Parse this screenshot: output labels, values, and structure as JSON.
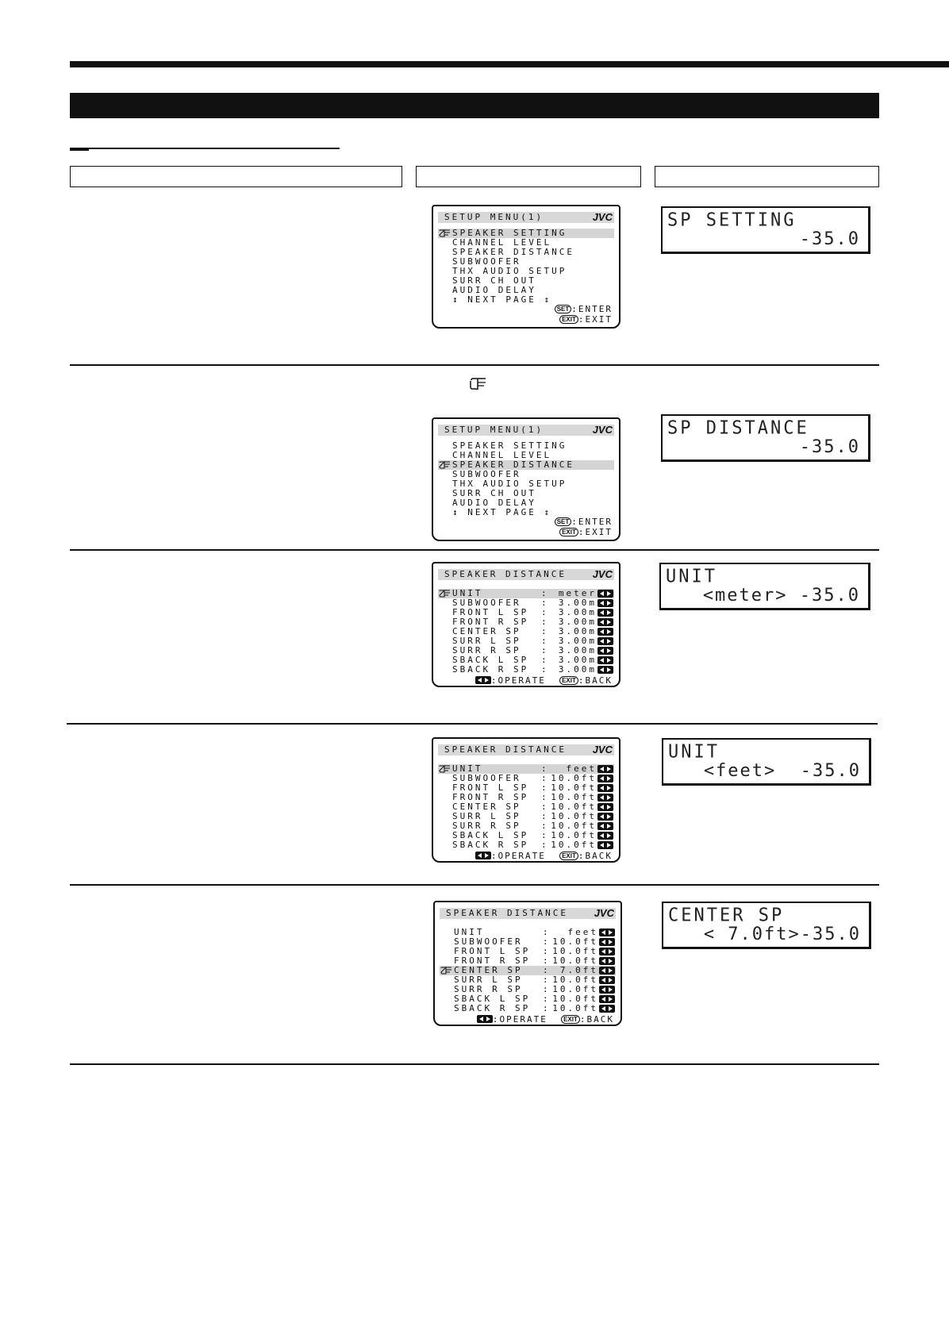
{
  "screens": {
    "s1": {
      "title": "SETUP MENU(1)",
      "brand": "JVC",
      "items": [
        "SPEAKER SETTING",
        "CHANNEL LEVEL",
        "SPEAKER DISTANCE",
        "SUBWOOFER",
        "THX AUDIO SETUP",
        "SURR CH OUT",
        "AUDIO DELAY"
      ],
      "next_page": "↕ NEXT PAGE ↕",
      "set_key": "SET",
      "set_label": ":ENTER",
      "exit_key": "EXIT",
      "exit_label": ":EXIT"
    },
    "s2": {
      "title": "SETUP MENU(1)",
      "brand": "JVC",
      "items": [
        "SPEAKER SETTING",
        "CHANNEL LEVEL",
        "SPEAKER DISTANCE",
        "SUBWOOFER",
        "THX AUDIO SETUP",
        "SURR CH OUT",
        "AUDIO DELAY"
      ],
      "next_page": "↕ NEXT PAGE ↕",
      "set_key": "SET",
      "set_label": ":ENTER",
      "exit_key": "EXIT",
      "exit_label": ":EXIT"
    },
    "s3": {
      "title": "SPEAKER DISTANCE",
      "brand": "JVC",
      "rows": [
        {
          "label": "UNIT",
          "value": "meter"
        },
        {
          "label": "SUBWOOFER",
          "value": "3.00m"
        },
        {
          "label": "FRONT L SP",
          "value": "3.00m"
        },
        {
          "label": "FRONT R SP",
          "value": "3.00m"
        },
        {
          "label": "CENTER SP",
          "value": "3.00m"
        },
        {
          "label": "SURR L SP",
          "value": "3.00m"
        },
        {
          "label": "SURR R SP",
          "value": "3.00m"
        },
        {
          "label": "SBACK L SP",
          "value": "3.00m"
        },
        {
          "label": "SBACK R SP",
          "value": "3.00m"
        }
      ],
      "operate_label": ":OPERATE",
      "exit_key": "EXIT",
      "back_label": ":BACK"
    },
    "s4": {
      "title": "SPEAKER DISTANCE",
      "brand": "JVC",
      "rows": [
        {
          "label": "UNIT",
          "value": "feet"
        },
        {
          "label": "SUBWOOFER",
          "value": "10.0ft"
        },
        {
          "label": "FRONT L SP",
          "value": "10.0ft"
        },
        {
          "label": "FRONT R SP",
          "value": "10.0ft"
        },
        {
          "label": "CENTER SP",
          "value": "10.0ft"
        },
        {
          "label": "SURR L SP",
          "value": "10.0ft"
        },
        {
          "label": "SURR R SP",
          "value": "10.0ft"
        },
        {
          "label": "SBACK L SP",
          "value": "10.0ft"
        },
        {
          "label": "SBACK R SP",
          "value": "10.0ft"
        }
      ],
      "operate_label": ":OPERATE",
      "exit_key": "EXIT",
      "back_label": ":BACK"
    },
    "s5": {
      "title": "SPEAKER DISTANCE",
      "brand": "JVC",
      "rows": [
        {
          "label": "UNIT",
          "value": "feet"
        },
        {
          "label": "SUBWOOFER",
          "value": "10.0ft"
        },
        {
          "label": "FRONT L SP",
          "value": "10.0ft"
        },
        {
          "label": "FRONT R SP",
          "value": "10.0ft"
        },
        {
          "label": "CENTER SP",
          "value": "7.0ft"
        },
        {
          "label": "SURR L SP",
          "value": "10.0ft"
        },
        {
          "label": "SURR R SP",
          "value": "10.0ft"
        },
        {
          "label": "SBACK L SP",
          "value": "10.0ft"
        },
        {
          "label": "SBACK R SP",
          "value": "10.0ft"
        }
      ],
      "operate_label": ":OPERATE",
      "exit_key": "EXIT",
      "back_label": ":BACK"
    }
  },
  "displays": [
    {
      "line1": "SP SETTING",
      "line2": "-35.0"
    },
    {
      "line1": "SP DISTANCE",
      "line2": "-35.0"
    },
    {
      "line1": "UNIT",
      "line2": "<meter> -35.0"
    },
    {
      "line1": "UNIT",
      "line2": "<feet>  -35.0"
    },
    {
      "line1": "CENTER SP",
      "line2": "< 7.0ft>-35.0"
    }
  ]
}
